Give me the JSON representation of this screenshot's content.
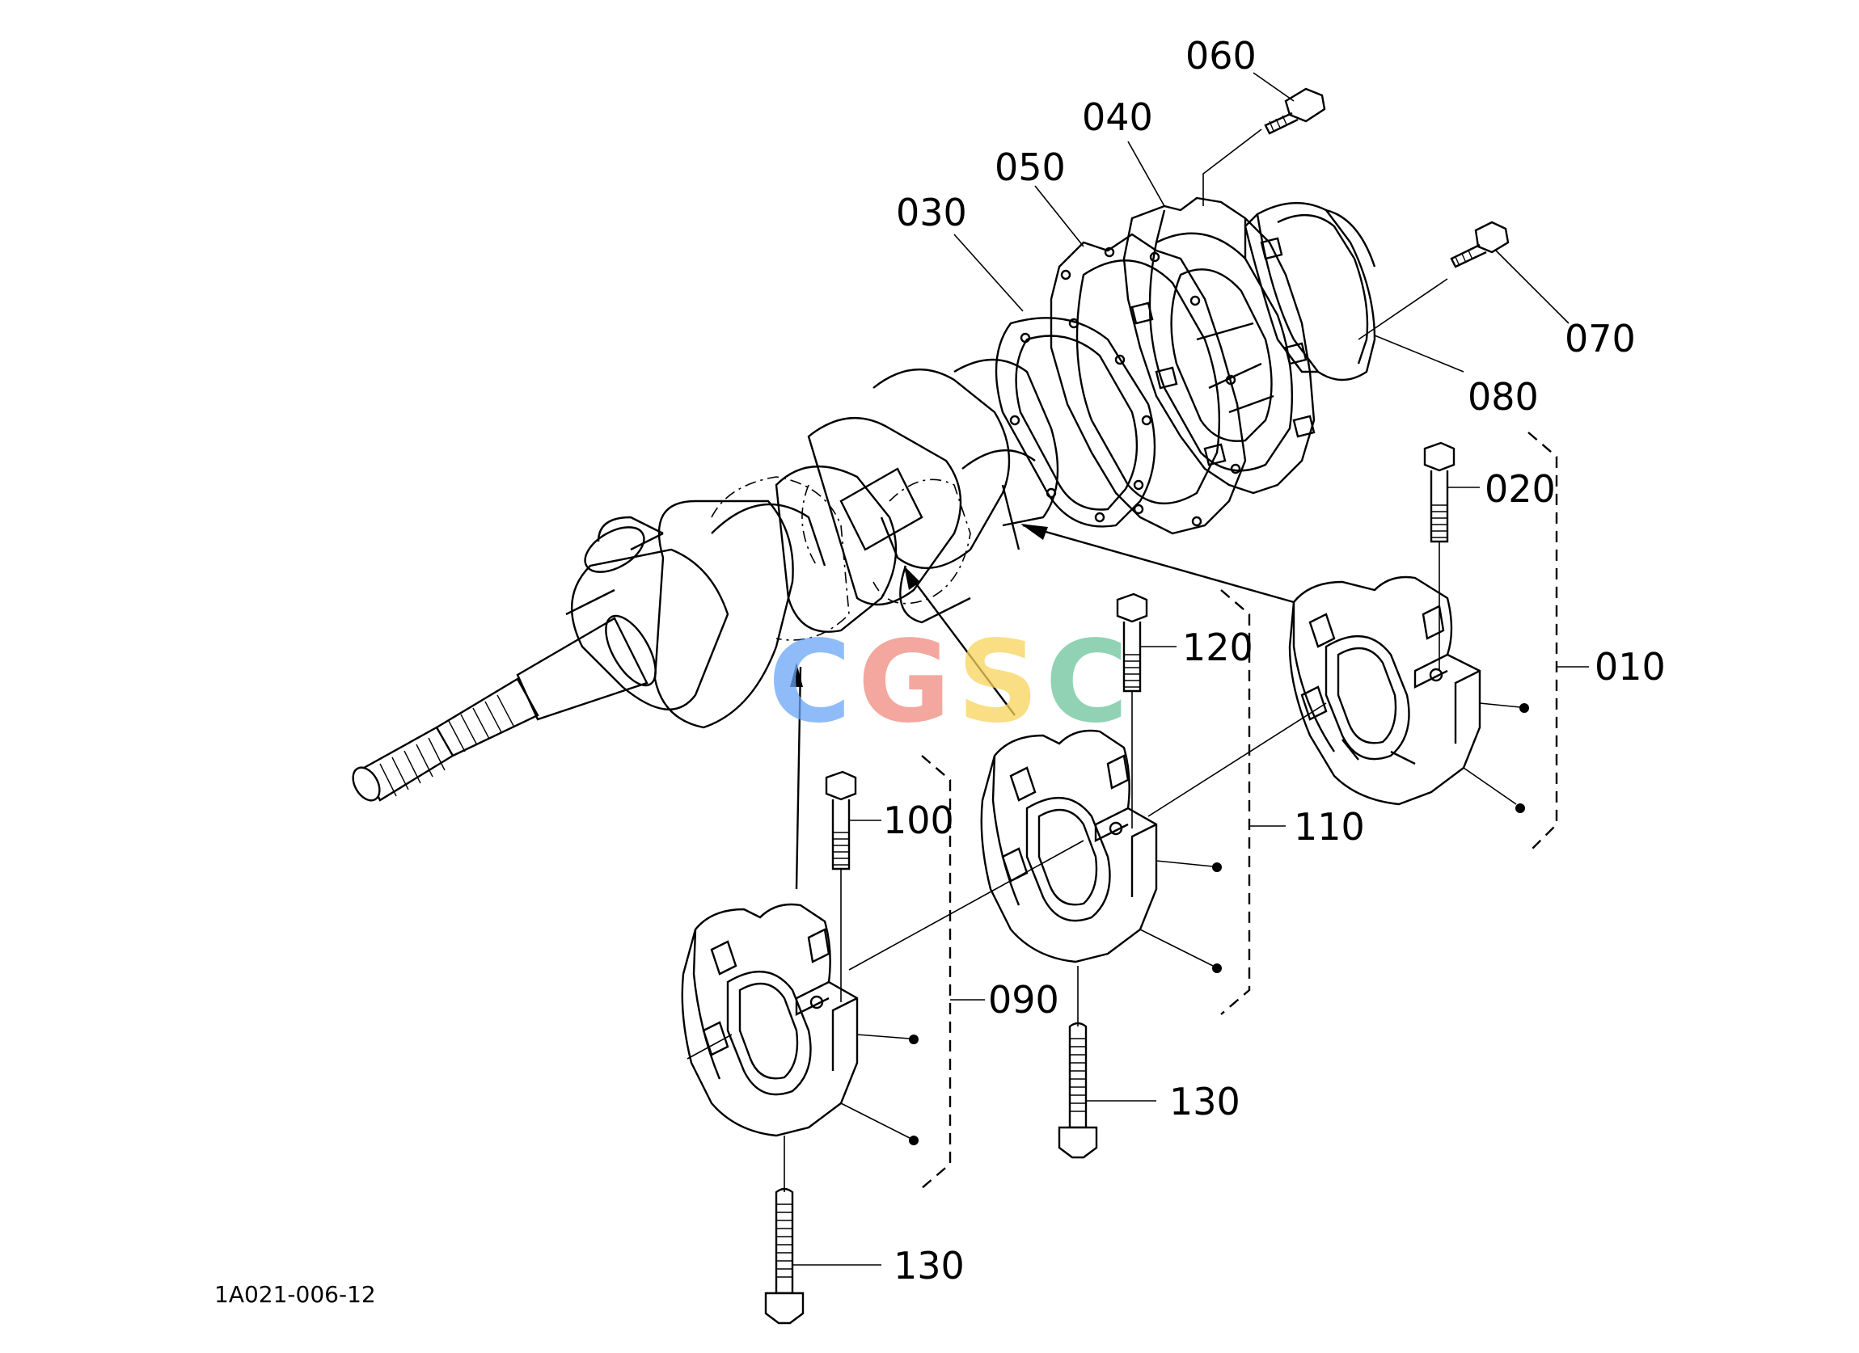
{
  "diagram": {
    "figure_code": "1A021-006-12",
    "watermark": {
      "letters": [
        "C",
        "G",
        "S",
        "C"
      ],
      "colors": [
        "#6aa6f8",
        "#f08a7e",
        "#f7d35a",
        "#6cc39a"
      ]
    },
    "callouts": {
      "p060": "060",
      "p040": "040",
      "p050": "050",
      "p030": "030",
      "p070": "070",
      "p080": "080",
      "p020": "020",
      "p010": "010",
      "p120": "120",
      "p110": "110",
      "p100": "100",
      "p090": "090",
      "p130_mid": "130",
      "p130_low": "130"
    }
  }
}
